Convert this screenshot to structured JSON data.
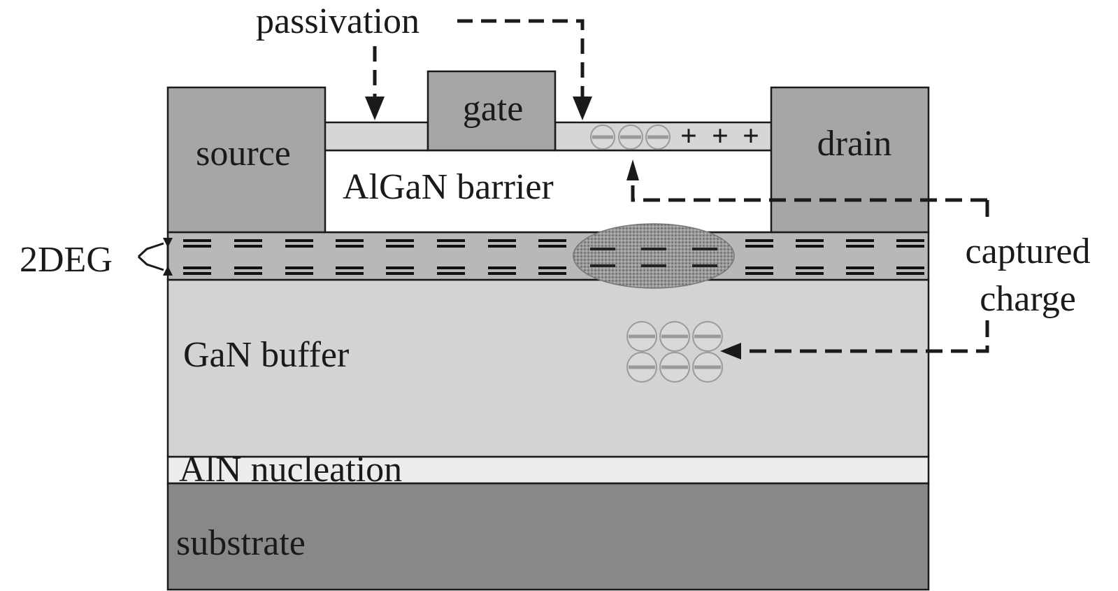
{
  "labels": {
    "passivation": "passivation",
    "gate": "gate",
    "source": "source",
    "drain": "drain",
    "algan": "AlGaN barrier",
    "deg": "2DEG",
    "captured_line1": "captured",
    "captured_line2": "charge",
    "gan": "GaN buffer",
    "aln": "AlN nucleation",
    "substrate": "substrate"
  },
  "symbols": {
    "plus": "+"
  },
  "colors": {
    "metal": "#a6a6a6",
    "passivation": "#d6d6d6",
    "algan": "#ffffff",
    "deg_band": "#b8b8b8",
    "gan": "#d3d3d3",
    "aln": "#ededed",
    "substrate": "#888888",
    "outline": "#1a1a1a",
    "charge_circle": "#d9d9d9",
    "charge_stroke": "#9a9a9a"
  }
}
